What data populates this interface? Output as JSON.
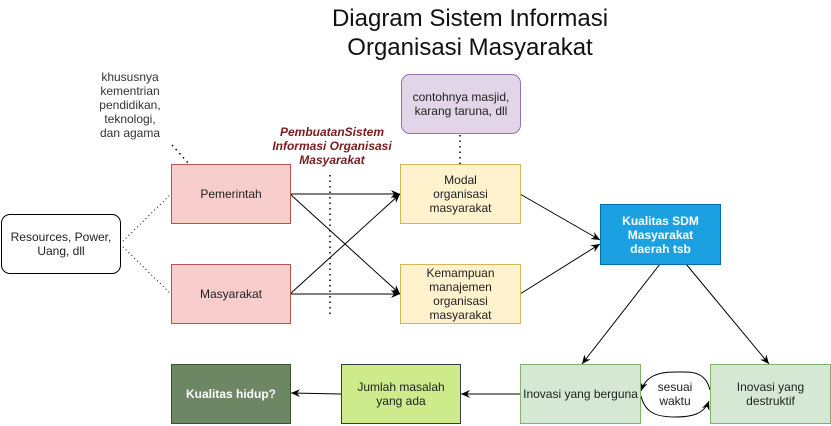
{
  "title": {
    "line1": "Diagram Sistem Informasi",
    "line2": "Organisasi Masyarakat"
  },
  "notes": {
    "kementrian": [
      "khususnya",
      "kementrian",
      "pendidikan,",
      "teknologi,",
      "dan agama"
    ],
    "pembuatan": [
      "PembuatanSistem",
      "Informasi Organisasi",
      "Masyarakat"
    ],
    "sesuai_waktu": [
      "sesuai",
      "waktu"
    ]
  },
  "nodes": {
    "resources": "Resources, Power, Uang, dll",
    "pemerintah": "Pemerintah",
    "masyarakat": "Masyarakat",
    "contoh": "contohnya masjid, karang taruna, dll",
    "modal": "Modal organisasi masyarakat",
    "kemampuan": "Kemampuan manajemen organisasi masyarakat",
    "kualitas_sdm": "Kualitas SDM Masyarakat daerah tsb",
    "kualitas_hidup": "Kualitas hidup?",
    "jumlah_masalah": "Jumlah masalah yang ada",
    "inovasi_berguna": "Inovasi yang berguna",
    "inovasi_destruktif": "Inovasi yang destruktif"
  },
  "colors": {
    "government_fill": "#f8cecc",
    "organization_fill": "#fff2cc",
    "example_fill": "#e1d5e7",
    "sdm_fill": "#1ba1e2",
    "quality_fill": "#6d8764",
    "problem_fill": "#cdeb8b",
    "innovation_fill": "#d5e8d4",
    "annotation_text": "#7a1c1c"
  }
}
